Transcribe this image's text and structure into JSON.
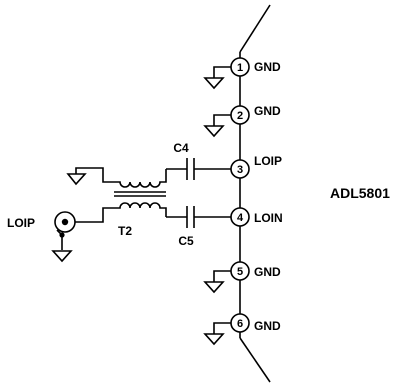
{
  "chip_label": "ADL5801",
  "pins": [
    {
      "number": "1",
      "name": "GND"
    },
    {
      "number": "2",
      "name": "GND"
    },
    {
      "number": "3",
      "name": "LOIP"
    },
    {
      "number": "4",
      "name": "LOIN"
    },
    {
      "number": "5",
      "name": "GND"
    },
    {
      "number": "6",
      "name": "GND"
    }
  ],
  "components": {
    "cap_top": "C4",
    "cap_bottom": "C5",
    "transformer": "T2"
  },
  "input_label": "LOIP"
}
